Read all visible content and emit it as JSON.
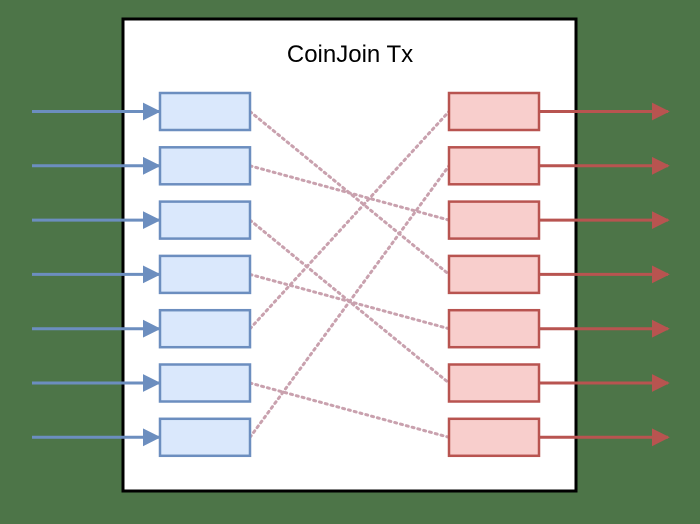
{
  "diagram": {
    "title": "CoinJoin Tx",
    "inputs": [
      "",
      "",
      "",
      "",
      "",
      "",
      ""
    ],
    "outputs": [
      "",
      "",
      "",
      "",
      "",
      "",
      ""
    ],
    "links": [
      [
        0,
        3
      ],
      [
        1,
        2
      ],
      [
        2,
        5
      ],
      [
        3,
        4
      ],
      [
        4,
        0
      ],
      [
        5,
        6
      ],
      [
        6,
        1
      ]
    ]
  },
  "colors": {
    "background": "#4d7548",
    "box_fill": "#ffffff",
    "box_stroke": "#000000",
    "input_fill": "#dae8fc",
    "input_stroke": "#6c8ebf",
    "output_fill": "#f8cecc",
    "output_stroke": "#b85450",
    "link_stroke": "#c9a1ae"
  }
}
